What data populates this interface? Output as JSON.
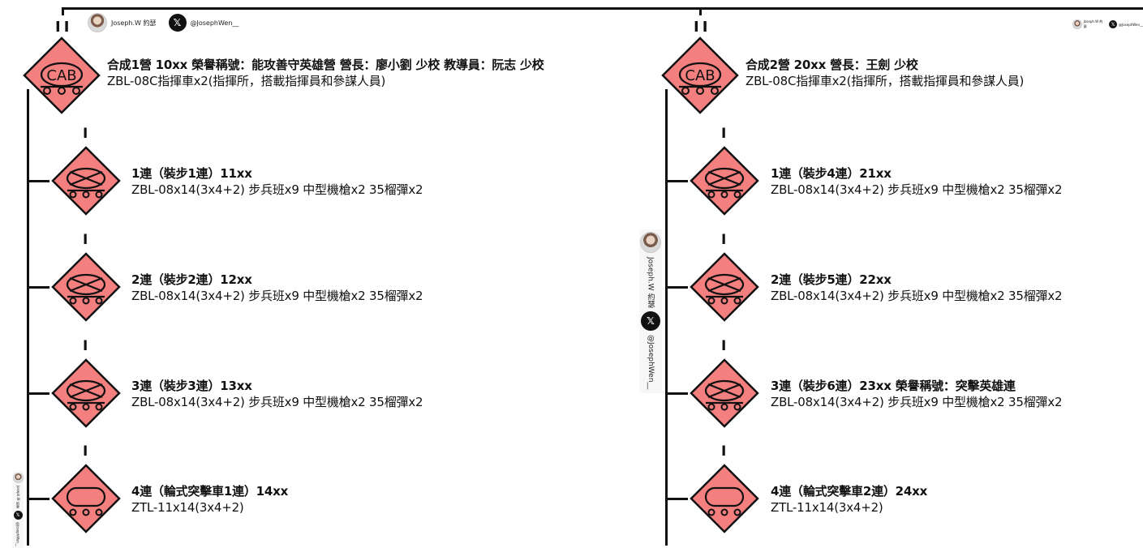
{
  "watermark": {
    "name": "Joseph.W 約瑟",
    "handle": "@JosephWen__",
    "x_glyph": "𝕏"
  },
  "echelon_mark": "II",
  "company_mark": "I",
  "hq_label": "CAB",
  "colors": {
    "symbol_fill": "#f47f7f",
    "line": "#111111"
  },
  "battalions": [
    {
      "hq": {
        "title": "合成1營 10xx 榮譽稱號：能攻善守英雄營 營長：廖小劉 少校 教導員：阮志 少校",
        "detail": "ZBL-08C指揮車x2(指揮所，搭載指揮員和參謀人員)"
      },
      "companies": [
        {
          "title": "1連（裝步1連）11xx",
          "detail": "ZBL-08x14(3x4+2) 步兵班x9 中型機槍x2 35榴彈x2",
          "icon": "mech-infantry-icon"
        },
        {
          "title": "2連（裝步2連）12xx",
          "detail": "ZBL-08x14(3x4+2) 步兵班x9 中型機槍x2 35榴彈x2",
          "icon": "mech-infantry-icon"
        },
        {
          "title": "3連（裝步3連）13xx",
          "detail": "ZBL-08x14(3x4+2) 步兵班x9 中型機槍x2 35榴彈x2",
          "icon": "mech-infantry-icon"
        },
        {
          "title": "4連（輪式突擊車1連）14xx",
          "detail": "ZTL-11x14(3x4+2)",
          "icon": "wheeled-assault-icon"
        }
      ]
    },
    {
      "hq": {
        "title": "合成2營 20xx 營長：王劍 少校",
        "detail": "ZBL-08C指揮車x2(指揮所，搭載指揮員和參謀人員)"
      },
      "companies": [
        {
          "title": "1連（裝步4連）21xx",
          "detail": "ZBL-08x14(3x4+2) 步兵班x9 中型機槍x2 35榴彈x2",
          "icon": "mech-infantry-icon"
        },
        {
          "title": "2連（裝步5連）22xx",
          "detail": "ZBL-08x14(3x4+2) 步兵班x9 中型機槍x2 35榴彈x2",
          "icon": "mech-infantry-icon"
        },
        {
          "title": "3連（裝步6連）23xx 榮譽稱號：突擊英雄連",
          "detail": "ZBL-08x14(3x4+2) 步兵班x9 中型機槍x2 35榴彈x2",
          "icon": "mech-infantry-icon"
        },
        {
          "title": "4連（輪式突擊車2連）24xx",
          "detail": "ZTL-11x14(3x4+2)",
          "icon": "wheeled-assault-icon"
        }
      ]
    }
  ]
}
